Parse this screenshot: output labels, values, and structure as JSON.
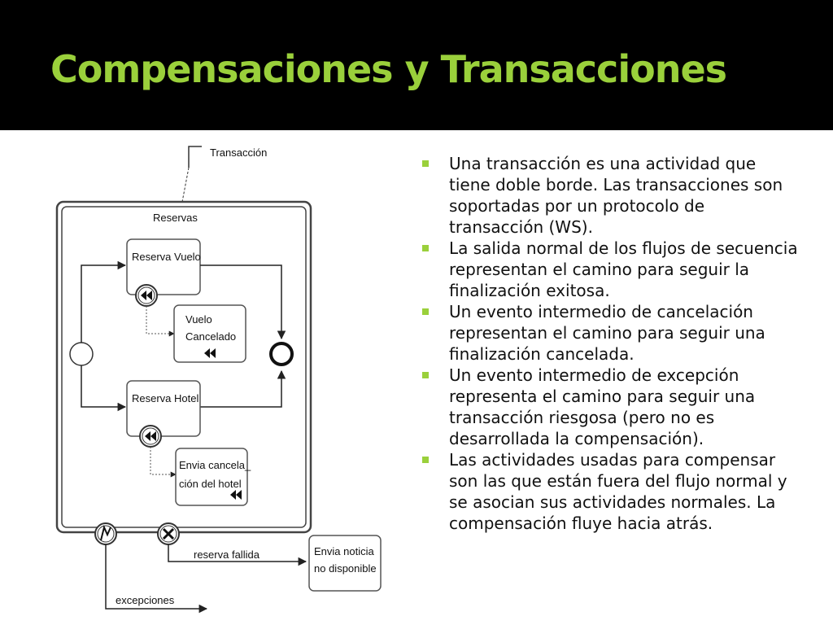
{
  "title": "Compensaciones y Transacciones",
  "diagram": {
    "annotation": "Transacción",
    "group_label": "Reservas",
    "task_reserva_vuelo": "Reserva Vuelo",
    "task_vuelo_cancelado_1": "Vuelo",
    "task_vuelo_cancelado_2": "Cancelado",
    "task_reserva_hotel": "Reserva Hotel",
    "task_envia_cancelacion_1": "Envia cancela_",
    "task_envia_cancelacion_2": "ción del hotel",
    "task_envia_noticia_1": "Envia noticia",
    "task_envia_noticia_2": "no disponible",
    "label_reserva_fallida": "reserva fallida",
    "label_excepciones": "excepciones"
  },
  "bullets": [
    "Una transacción es una actividad que tiene doble borde. Las transacciones son soportadas por un protocolo de transacción (WS).",
    "La salida normal de los flujos de secuencia representan el camino para seguir la finalización exitosa.",
    "Un evento intermedio de cancelación representan el camino para seguir una finalización cancelada.",
    "Un evento intermedio de excepción representa el camino para seguir una transacción riesgosa (pero no es desarrollada la compensación).",
    "Las actividades usadas para compensar son las que están fuera del flujo normal y se asocian sus actividades normales. La compensación fluye hacia atrás."
  ],
  "colors": {
    "title": "#9ad03b",
    "bullet_marker": "#9ad03b",
    "header_background": "#000000",
    "content_background": "#ffffff"
  }
}
